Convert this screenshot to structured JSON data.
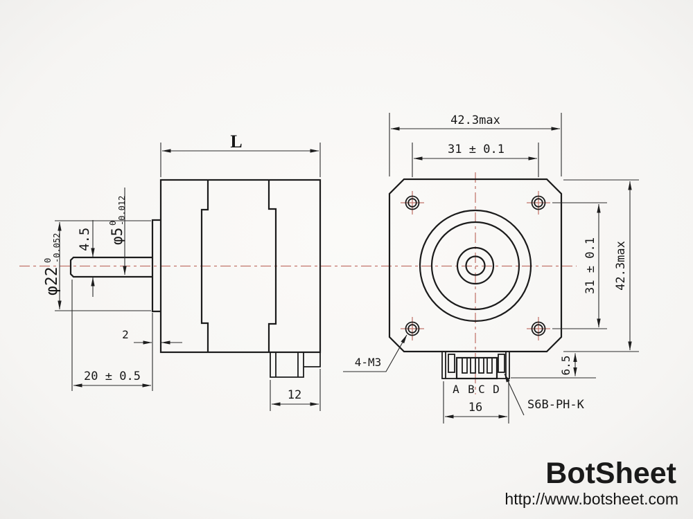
{
  "drawing_type": "stepper motor dimensional drawing",
  "side_view": {
    "length_label": "L",
    "shaft_flat_height": "4.5",
    "shaft_dia": "φ5",
    "shaft_dia_tol_upper": "0",
    "shaft_dia_tol_lower": "-0.012",
    "pilot_dia": "φ22",
    "pilot_dia_tol_upper": "0",
    "pilot_dia_tol_lower": "-0.052",
    "pilot_depth": "2",
    "shaft_length": "20 ± 0.5",
    "rear_connector_width": "12"
  },
  "front_view": {
    "body_width": "42.3max",
    "hole_spacing_horizontal": "31 ± 0.1",
    "hole_spacing_vertical": "31 ± 0.1",
    "body_height": "42.3max",
    "connector_height": "6.5",
    "connector_width": "16",
    "mounting_holes": "4-M3",
    "connector_model": "S6B-PH-K",
    "pins": [
      "A",
      "B",
      "C",
      "D"
    ]
  },
  "branding": {
    "name": "BotSheet",
    "url": "http://www.botsheet.com"
  },
  "colors": {
    "line": "#1b1b1b",
    "centerline": "#c1736a",
    "background": "#f6f5f3"
  }
}
